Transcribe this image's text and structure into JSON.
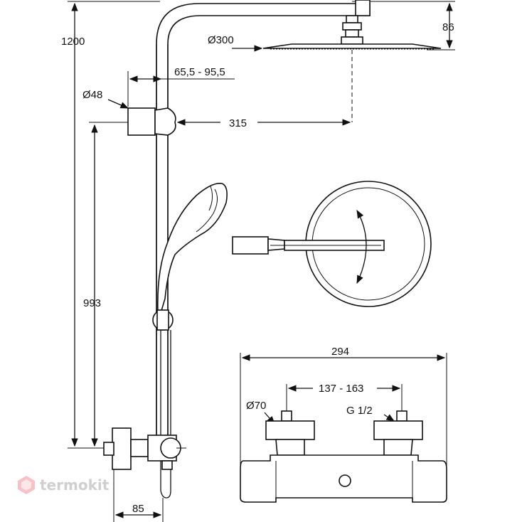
{
  "dimensions": {
    "total_height": "1200",
    "head_height": "86",
    "head_diameter": "Ø300",
    "bracket_range": "65,5 - 95,5",
    "bracket_diameter": "Ø48",
    "arm_length": "315",
    "column_height": "993",
    "mixer_offset": "85",
    "mixer_width": "294",
    "inlet_centers": "137 - 163",
    "cover_diameter": "Ø70",
    "thread": "G 1/2"
  },
  "watermark": {
    "text": "termokit",
    "color": "#e0243a"
  }
}
